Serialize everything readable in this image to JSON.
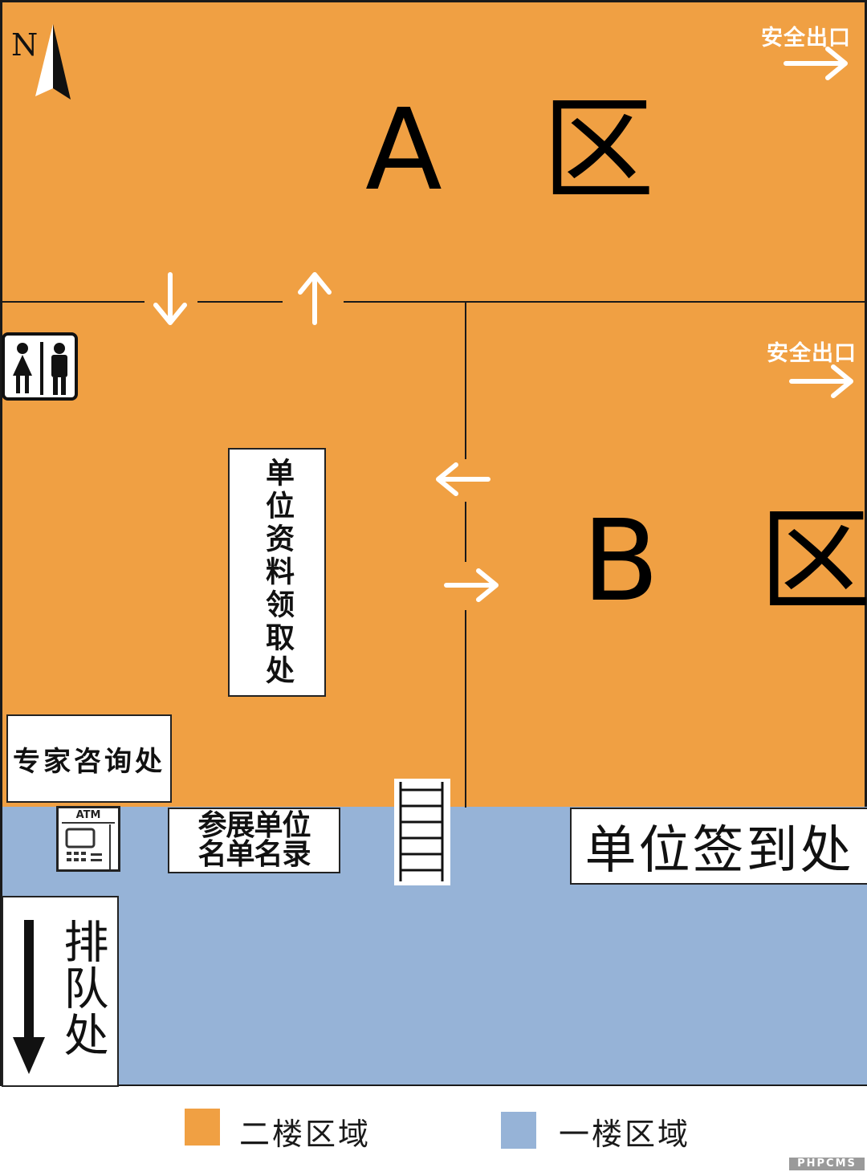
{
  "compass": {
    "letter": "N"
  },
  "zones": [
    {
      "label": "A 区",
      "floor": "二楼区域"
    },
    {
      "label": "B 区",
      "floor": "二楼区域"
    }
  ],
  "exits": [
    {
      "label": "安全出口",
      "zone": "A 区"
    },
    {
      "label": "安全出口",
      "zone": "B 区"
    }
  ],
  "booths": {
    "materials_pickup": "单位资料领取处",
    "expert_consult": "专家咨询处",
    "exhibitor_list": [
      "参展单位",
      "名单名录"
    ],
    "sign_in": "单位签到处",
    "queue": "排队处",
    "atm": "ATM"
  },
  "icons": [
    "compass-icon",
    "restroom-icon",
    "atm-icon",
    "stairs-icon",
    "exit-arrow-icon",
    "flow-arrow-icon"
  ],
  "legend": [
    {
      "label": "二楼区域",
      "color": "#f0a043"
    },
    {
      "label": "一楼区域",
      "color": "#96b3d7"
    }
  ],
  "watermark": "PHPCMS"
}
